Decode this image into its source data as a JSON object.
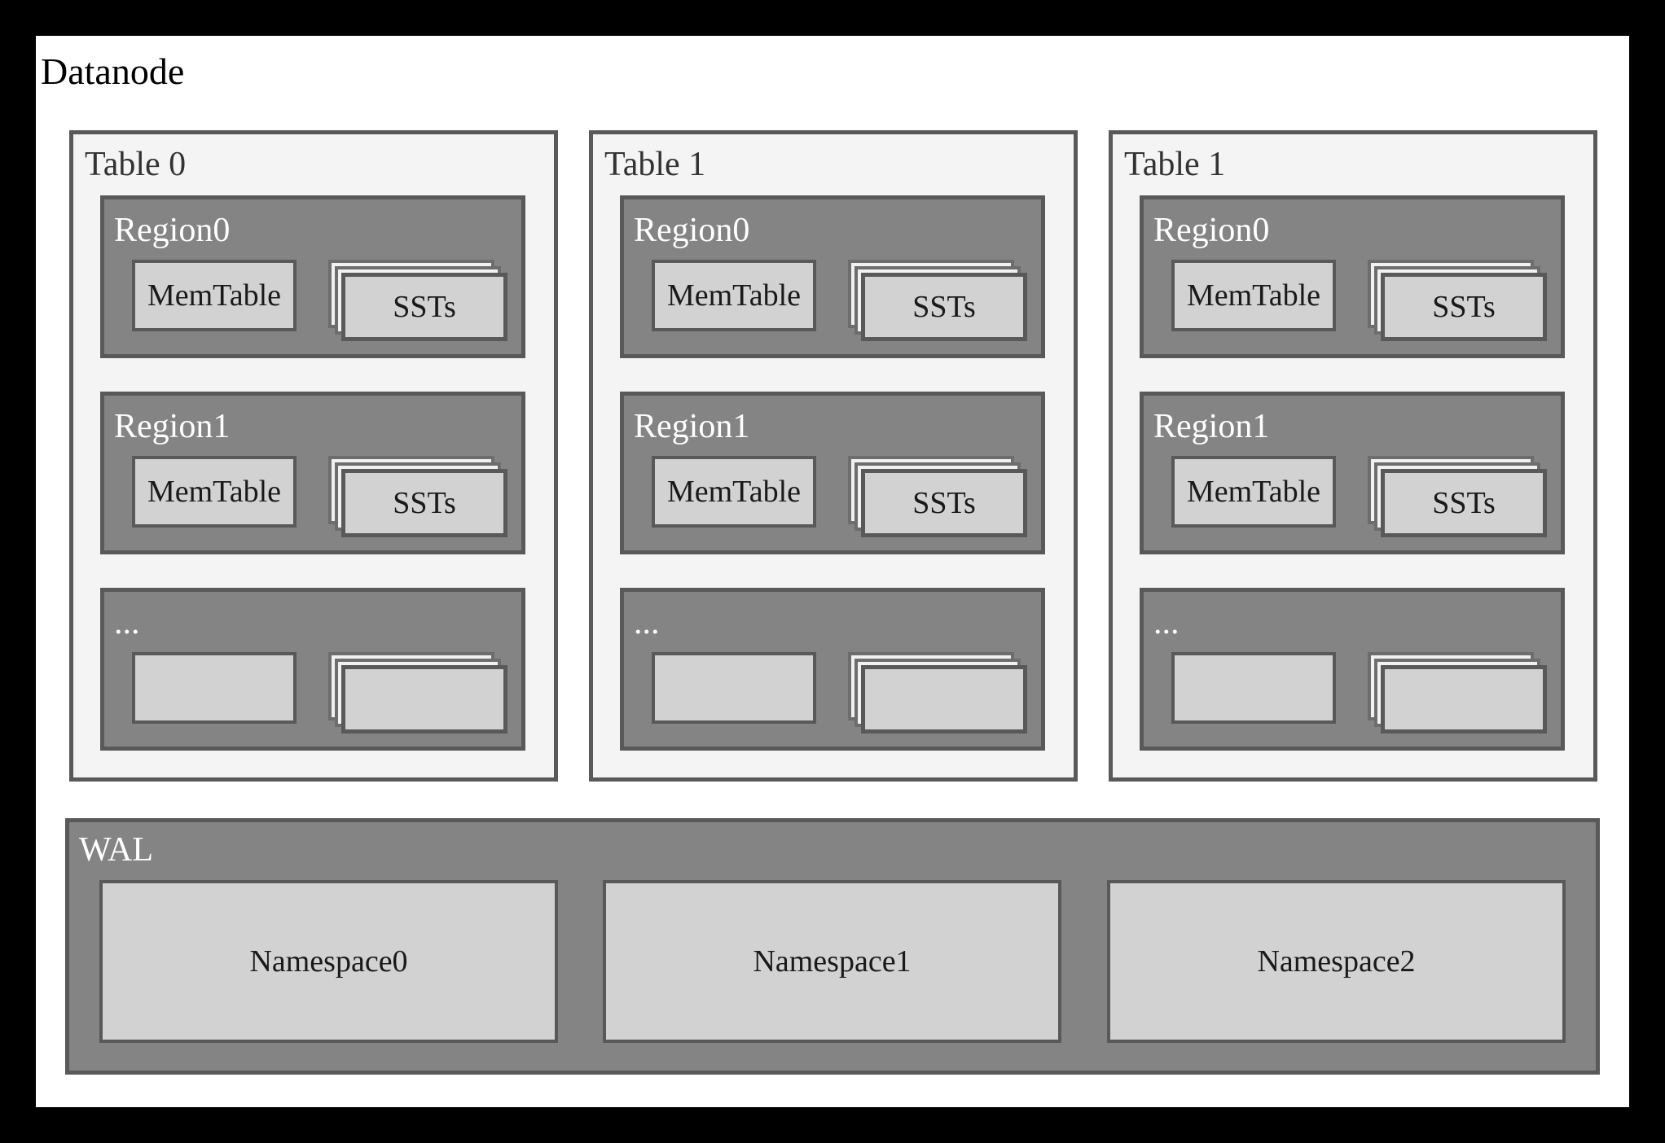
{
  "title": "Datanode",
  "tables": [
    {
      "label": "Table 0",
      "regions": [
        {
          "label": "Region0",
          "memtable": "MemTable",
          "ssts": "SSTs"
        },
        {
          "label": "Region1",
          "memtable": "MemTable",
          "ssts": "SSTs"
        },
        {
          "label": "...",
          "memtable": "",
          "ssts": ""
        }
      ]
    },
    {
      "label": "Table 1",
      "regions": [
        {
          "label": "Region0",
          "memtable": "MemTable",
          "ssts": "SSTs"
        },
        {
          "label": "Region1",
          "memtable": "MemTable",
          "ssts": "SSTs"
        },
        {
          "label": "...",
          "memtable": "",
          "ssts": ""
        }
      ]
    },
    {
      "label": "Table 1",
      "regions": [
        {
          "label": "Region0",
          "memtable": "MemTable",
          "ssts": "SSTs"
        },
        {
          "label": "Region1",
          "memtable": "MemTable",
          "ssts": "SSTs"
        },
        {
          "label": "...",
          "memtable": "",
          "ssts": ""
        }
      ]
    }
  ],
  "wal": {
    "label": "WAL",
    "namespaces": [
      {
        "label": "Namespace0"
      },
      {
        "label": "Namespace1"
      },
      {
        "label": "Namespace2"
      }
    ]
  },
  "colors": {
    "frame": "#000000",
    "canvas": "#ffffff",
    "table_fill": "#f4f4f4",
    "container_fill": "#848484",
    "border": "#595959",
    "light_box_fill": "#d2d2d2",
    "stack_back_fill": "#f1f1f1",
    "label_on_gray": "#ffffff",
    "label_dark": "#1a1a1a"
  }
}
